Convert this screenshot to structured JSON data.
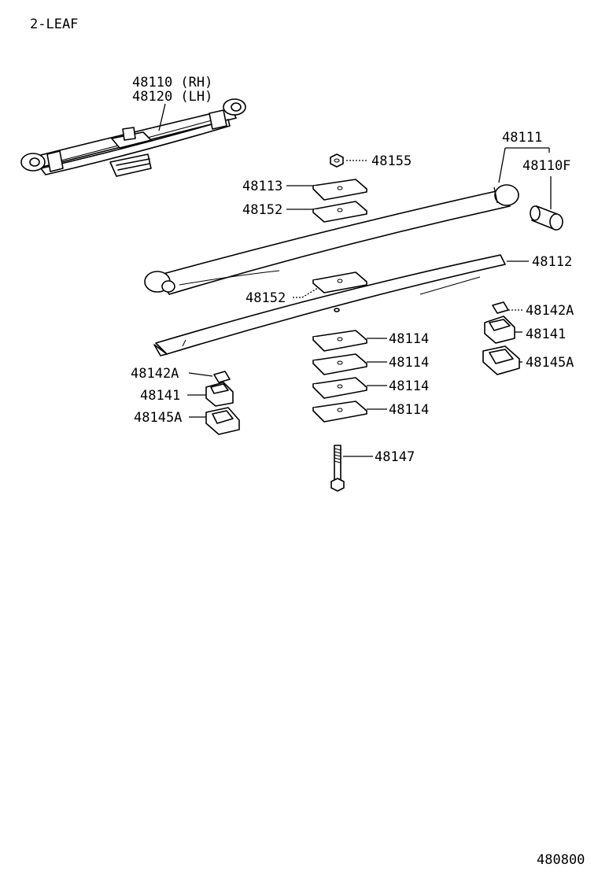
{
  "header": {
    "variant_label": "2-LEAF"
  },
  "footer": {
    "diagram_code": "480800"
  },
  "parts": {
    "assembly_rh": "48110 (RH)",
    "assembly_lh": "48120 (LH)",
    "main_leaf": "48111",
    "bushing": "48110F",
    "second_leaf": "48112",
    "nut": "48155",
    "spacer_top": "48113",
    "insert_top": "48152",
    "insert_mid": "48152",
    "spacer_1": "48114",
    "spacer_2": "48114",
    "spacer_3": "48114",
    "spacer_4": "48114",
    "center_bolt": "48147",
    "right_clip": "48142A",
    "right_insulator": "48141",
    "right_retainer": "48145A",
    "left_clip": "48142A",
    "left_insulator": "48141",
    "left_retainer": "48145A"
  }
}
